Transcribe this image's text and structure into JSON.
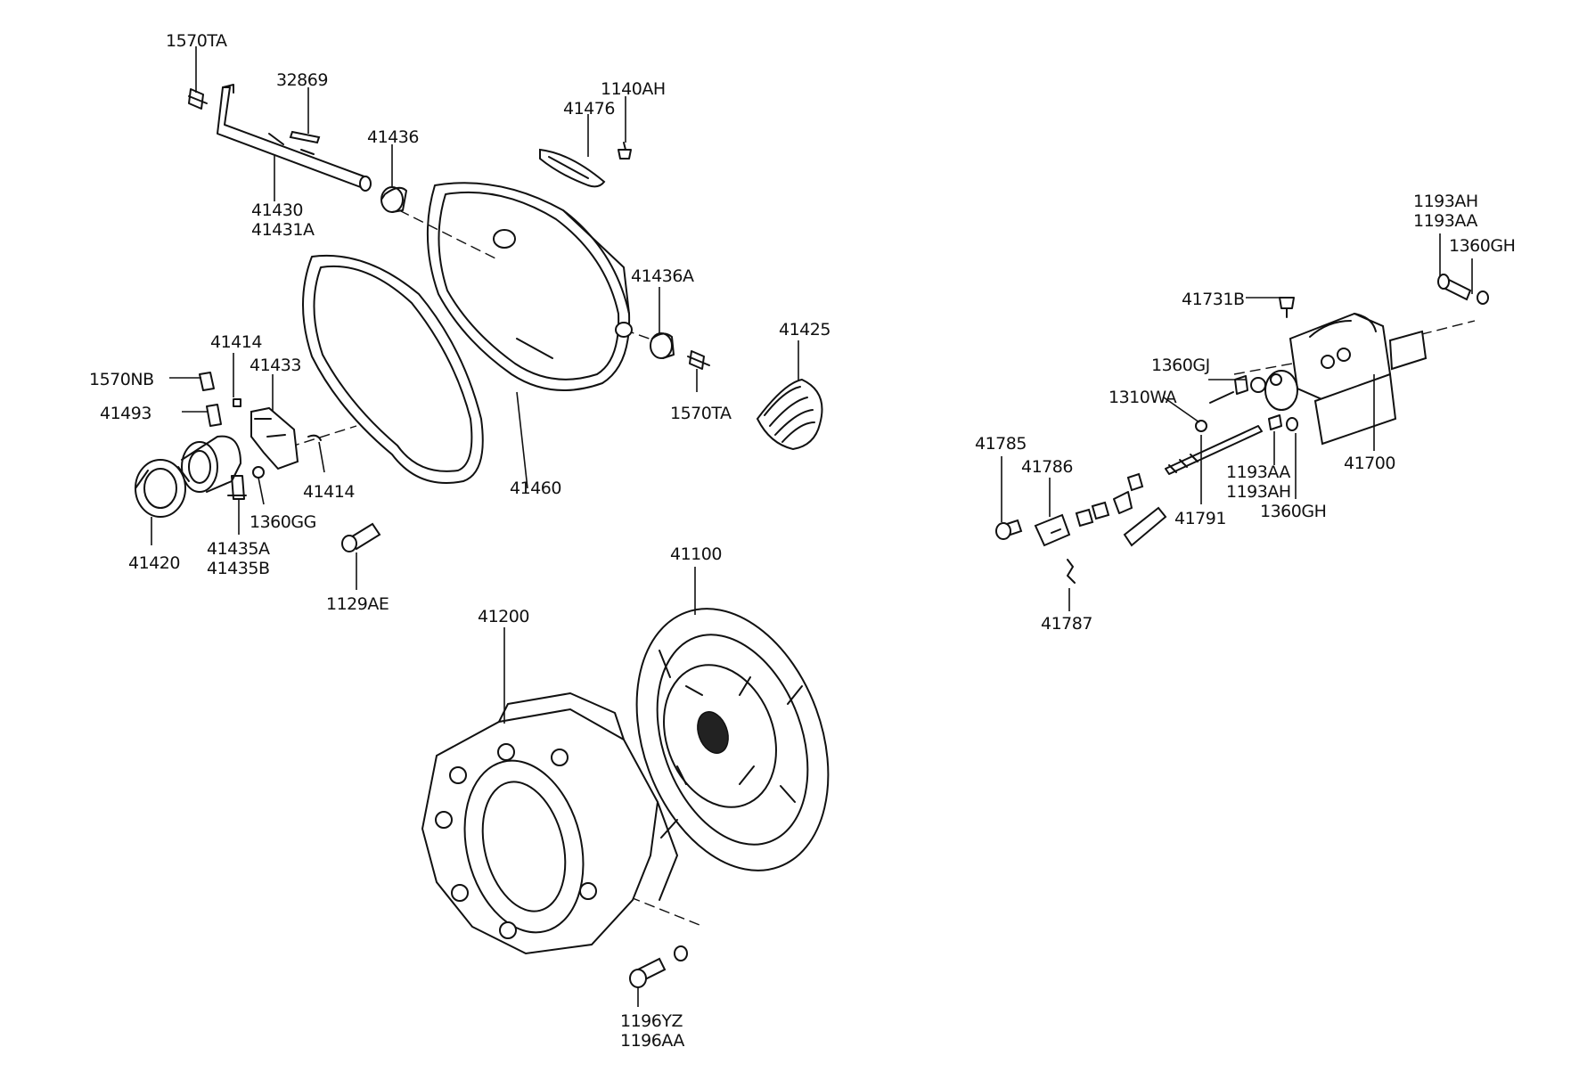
{
  "diagram": {
    "labels": {
      "l_1570TA_top": "1570TA",
      "l_32869": "32869",
      "l_41436": "41436",
      "l_41476": "41476",
      "l_1140AH": "1140AH",
      "l_41430": "41430",
      "l_41431A": "41431A",
      "l_41436A": "41436A",
      "l_41425": "41425",
      "l_41414_top": "41414",
      "l_41433": "41433",
      "l_1570NB": "1570NB",
      "l_41493": "41493",
      "l_1570TA_right": "1570TA",
      "l_41414_bot": "41414",
      "l_41460": "41460",
      "l_1360GG": "1360GG",
      "l_41435A": "41435A",
      "l_41435B": "41435B",
      "l_41420": "41420",
      "l_1129AE": "1129AE",
      "l_41100": "41100",
      "l_41200": "41200",
      "l_1196YZ": "1196YZ",
      "l_1196AA": "1196AA",
      "l_1193AH_top": "1193AH",
      "l_1193AA_top": "1193AA",
      "l_1360GH_top": "1360GH",
      "l_41731B": "41731B",
      "l_1360GJ": "1360GJ",
      "l_1310WA": "1310WA",
      "l_41785": "41785",
      "l_41786": "41786",
      "l_1193AA_mid": "1193AA",
      "l_1193AH_mid": "1193AH",
      "l_41700": "41700",
      "l_41791": "41791",
      "l_1360GH_bot": "1360GH",
      "l_41787": "41787"
    }
  }
}
